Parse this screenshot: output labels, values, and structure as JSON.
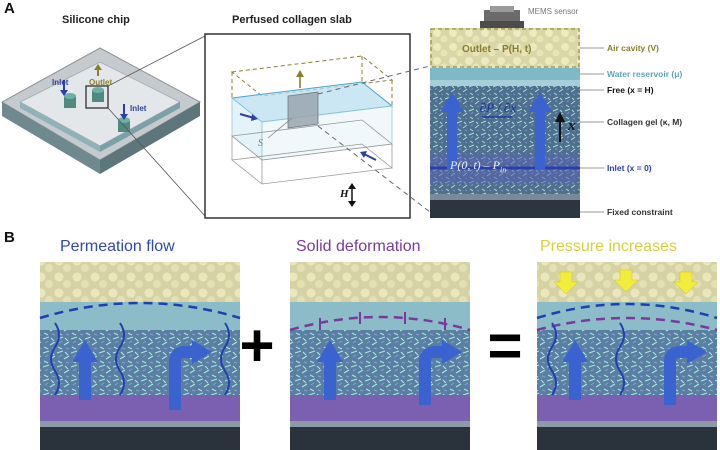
{
  "panel_a": {
    "letter": "A",
    "chip_caption": "Silicone chip",
    "slab_caption": "Perfused collagen slab",
    "chip_labels": {
      "inlet_left": "Inlet",
      "outlet": "Outlet",
      "inlet_right": "Inlet"
    },
    "slab_labels": {
      "s": "S",
      "h": "H"
    },
    "column": {
      "sensor_label": "MEMS sensor",
      "outlet_label": "Outlet – P(H, t)",
      "gradient": "∂P / ∂x",
      "axis_label": "x",
      "inlet_bc": "P(0, t) – P",
      "inlet_bc_sub": "in",
      "legend": [
        {
          "text": "Air cavity (V)",
          "color": "#8a7f2a"
        },
        {
          "text": "Water reservoir (μ)",
          "color": "#5fa3b8"
        },
        {
          "text": "Free (x = H)",
          "color": "#111111"
        },
        {
          "text": "Collagen gel (κ, M)",
          "color": "#333333"
        },
        {
          "text": "Inlet (x = 0)",
          "color": "#2a3fa8"
        },
        {
          "text": "Fixed constraint",
          "color": "#333333"
        }
      ]
    }
  },
  "panel_b": {
    "letter": "B",
    "titles": [
      {
        "text": "Permeation flow",
        "color": "#2f48b8"
      },
      {
        "text": "Solid deformation",
        "color": "#7a3a9c"
      },
      {
        "text": "Pressure increases",
        "color": "#d9cf3a"
      }
    ],
    "operators": {
      "plus": "+",
      "equals": "="
    }
  }
}
